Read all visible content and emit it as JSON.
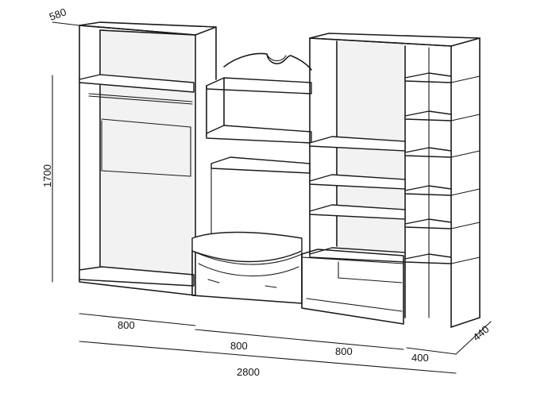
{
  "dimensions": {
    "depth_left": "580",
    "height": "1700",
    "width_section_1": "800",
    "width_section_2": "800",
    "width_section_3": "800",
    "width_section_4": "400",
    "depth_right": "440",
    "total_width": "2800"
  }
}
